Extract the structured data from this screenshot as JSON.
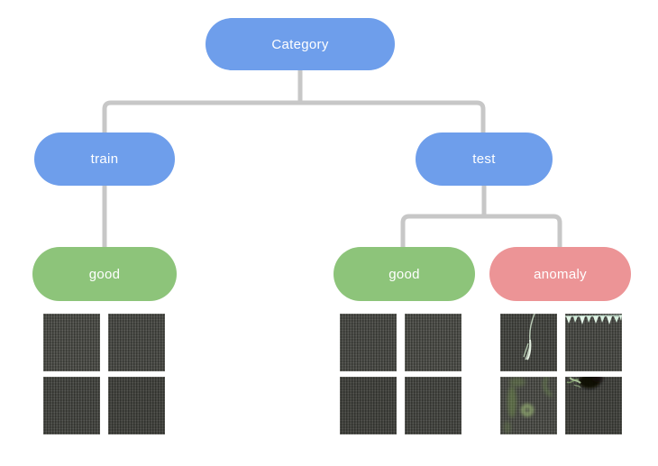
{
  "colors": {
    "category_node": "#6E9EEB",
    "good_node": "#8DC47A",
    "anomaly_node": "#EC9496",
    "connector": "#C7C7C7",
    "node_text": "#FFFFFF"
  },
  "tree": {
    "root": {
      "label": "Category"
    },
    "level2": [
      {
        "label": "train"
      },
      {
        "label": "test"
      }
    ],
    "level3": [
      {
        "label": "good"
      },
      {
        "label": "good"
      },
      {
        "label": "anomaly"
      }
    ]
  },
  "sample_grids": [
    {
      "name": "train-good-samples",
      "tiles": [
        "normal-fabric",
        "normal-fabric",
        "normal-fabric",
        "normal-fabric"
      ]
    },
    {
      "name": "test-good-samples",
      "tiles": [
        "normal-fabric",
        "normal-fabric",
        "normal-fabric",
        "normal-fabric"
      ]
    },
    {
      "name": "test-anomaly-samples",
      "tiles": [
        "thread-defect-fabric",
        "cut-stitch-defect-fabric",
        "stain-defect-fabric",
        "hole-defect-fabric"
      ]
    }
  ]
}
